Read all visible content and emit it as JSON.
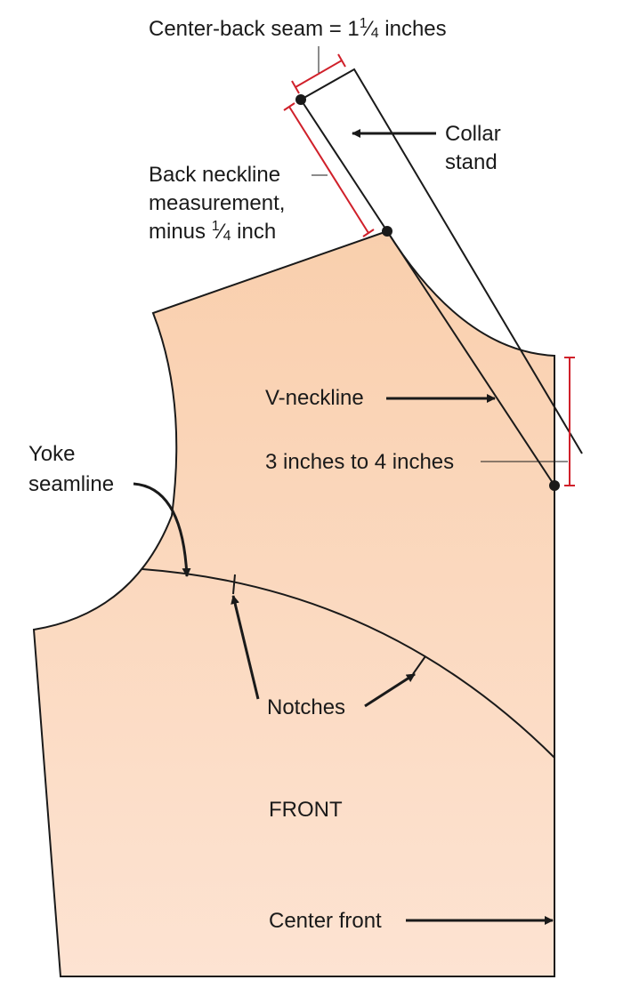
{
  "labels": {
    "center_back_seam": {
      "prefix": "Center-back seam = 1",
      "frac_num": "1",
      "frac_den": "4",
      "suffix": " inches"
    },
    "collar_stand_line1": "Collar",
    "collar_stand_line2": "stand",
    "back_neckline_line1": "Back neckline",
    "back_neckline_line2": "measurement,",
    "back_neckline_line3": {
      "prefix": "minus ",
      "frac_num": "1",
      "frac_den": "4",
      "suffix": " inch"
    },
    "v_neckline": "V-neckline",
    "three_to_four": "3 inches to 4 inches",
    "yoke_line1": "Yoke",
    "yoke_line2": "seamline",
    "notches": "Notches",
    "front": "FRONT",
    "center_front": "Center front"
  },
  "colors": {
    "pattern_fill_top": "#f9cfad",
    "pattern_fill_bottom": "#fde3d2",
    "outline": "#1a1a1a",
    "measure_red": "#d0202a"
  }
}
